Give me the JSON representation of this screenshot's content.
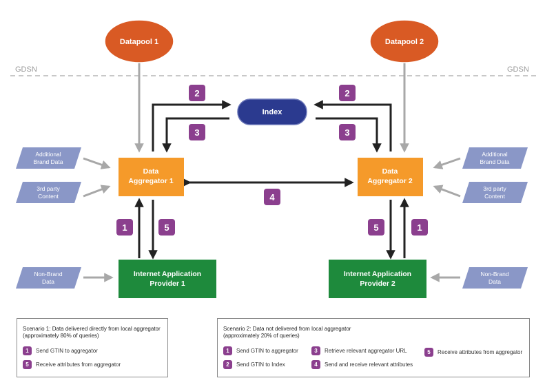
{
  "gdsn": {
    "left": "GDSN",
    "right": "GDSN"
  },
  "datapools": [
    "Datapool 1",
    "Datapool 2"
  ],
  "index": "Index",
  "aggregators": [
    {
      "line1": "Data",
      "line2": "Aggregator 1"
    },
    {
      "line1": "Data",
      "line2": "Aggregator 2"
    }
  ],
  "providers": [
    {
      "line1": "Internet Application",
      "line2": "Provider 1"
    },
    {
      "line1": "Internet Application",
      "line2": "Provider 2"
    }
  ],
  "inputs": {
    "left": [
      {
        "line1": "Additional",
        "line2": "Brand Data"
      },
      {
        "line1": "3rd party",
        "line2": "Content"
      },
      {
        "line1": "Non-Brand",
        "line2": "Data"
      }
    ],
    "right": [
      {
        "line1": "Additional",
        "line2": "Brand Data"
      },
      {
        "line1": "3rd party",
        "line2": "Content"
      },
      {
        "line1": "Non-Brand",
        "line2": "Data"
      }
    ]
  },
  "badges": {
    "left_top_2": "2",
    "left_top_3": "3",
    "right_top_2": "2",
    "right_top_3": "3",
    "center_4": "4",
    "left_1": "1",
    "left_5": "5",
    "right_5": "5",
    "right_1": "1"
  },
  "scenario1": {
    "title_line1": "Scenario 1: Data delivered directly from local aggregator",
    "title_line2": "(approximately 80% of queries)",
    "items": [
      {
        "num": "1",
        "text": "Send GTIN to aggregator"
      },
      {
        "num": "5",
        "text": "Receive attributes from aggregator"
      }
    ]
  },
  "scenario2": {
    "title_line1": "Scenario 2: Data not delivered from local aggregator",
    "title_line2": "(approximately 20% of queries)",
    "items": [
      {
        "num": "1",
        "text": "Send GTIN to aggregator"
      },
      {
        "num": "2",
        "text": "Send GTIN to Index"
      },
      {
        "num": "3",
        "text": "Retrieve relevant aggregator URL"
      },
      {
        "num": "4",
        "text": "Send and receive relevant attributes"
      },
      {
        "num": "5",
        "text": "Receive attributes from aggregator"
      }
    ]
  },
  "colors": {
    "datapool": "#d95a24",
    "index": "#2b3a8f",
    "aggregator": "#f59a2a",
    "provider": "#1e8a3c",
    "input": "#8a97c7",
    "badge": "#8b3f8e",
    "arrow_dark": "#222222",
    "arrow_grey": "#a8a8a8"
  }
}
